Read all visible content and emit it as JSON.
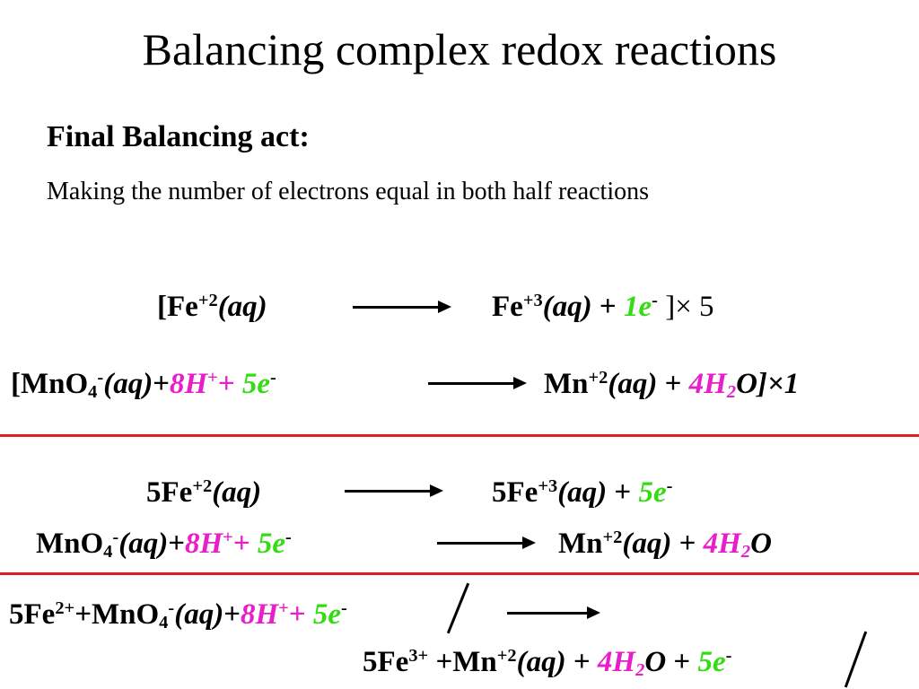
{
  "slide": {
    "title": "Balancing complex redox reactions",
    "subtitle": "Final Balancing act:",
    "description": "Making the number of electrons equal in both half reactions"
  },
  "colors": {
    "electrons": "#33dd11",
    "hydrogen_water": "#e81ec8",
    "divider": "#e02020"
  },
  "eq1": {
    "left_bracket": "[",
    "fe": "Fe",
    "fe_charge": "+2",
    "aq": "(aq)",
    "fe_r": "Fe",
    "fe_r_charge": "+3",
    "aq_r": "(aq)",
    "plus": " + ",
    "electron": "1e",
    "electron_charge": "-",
    "multiplier": "]× 5"
  },
  "eq2": {
    "left_bracket": "[",
    "mno": "MnO",
    "mno_sub": "4",
    "mno_charge": "-",
    "aq": "(aq)",
    "plus1": "+",
    "h": "8H",
    "h_charge": "+",
    "plus2": "+ ",
    "electron": "5e",
    "electron_charge": "-",
    "mn": "Mn",
    "mn_charge": "+2",
    "aq_r": "(aq)",
    "plus3": " + ",
    "water_coef": "4H",
    "water_sub": "2",
    "water_o": "O",
    "multiplier": "]×1"
  },
  "eq3": {
    "fe": "5Fe",
    "fe_charge": "+2",
    "aq": "(aq)",
    "fe_r": "5Fe",
    "fe_r_charge": "+3",
    "aq_r": "(aq)",
    "plus": " + ",
    "electron": "5e",
    "electron_charge": "-"
  },
  "eq4": {
    "mno": "MnO",
    "mno_sub": "4",
    "mno_charge": "-",
    "aq": "(aq)",
    "plus1": "+",
    "h": "8H",
    "h_charge": "+",
    "plus2": "+ ",
    "electron": "5e",
    "electron_charge": "-",
    "mn": "Mn",
    "mn_charge": "+2",
    "aq_r": "(aq)",
    "plus3": " + ",
    "water_coef": "4H",
    "water_sub": "2",
    "water_o": "O"
  },
  "eq5": {
    "fe": "5Fe",
    "fe_charge": "2+",
    "plus_mno": "+MnO",
    "mno_sub": "4",
    "mno_charge": "-",
    "aq": "(aq)",
    "plus1": "+",
    "h": "8H",
    "h_charge": "+",
    "plus2": "+ ",
    "electron": "5e",
    "electron_charge": "-"
  },
  "eq6": {
    "fe": "5Fe",
    "fe_charge": "3+",
    "plus_mn": " +Mn",
    "mn_charge": "+2",
    "aq": "(aq)",
    "plus1": " + ",
    "water_coef": "4H",
    "water_sub": "2",
    "water_o": "O",
    "plus2": " + ",
    "electron": "5e",
    "electron_charge": "-"
  }
}
